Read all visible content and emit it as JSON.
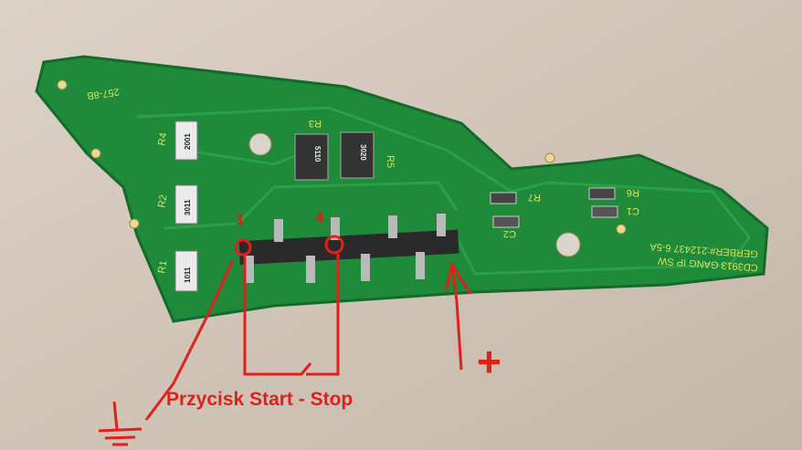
{
  "board": {
    "id_label": "257-8B",
    "code_line1": "CD3913 GANG IP SW",
    "code_line2": "GERBER#:212437 6-5A",
    "ref_labels": {
      "r1": "R1",
      "r2": "R2",
      "r3": "R3",
      "r4": "R4",
      "r5": "R5",
      "r6": "R6",
      "r7": "R7",
      "c1": "C1",
      "c2": "C2"
    },
    "resistor_codes": {
      "r1": "1011",
      "r2": "3011",
      "r3": "5110",
      "r4": "2001",
      "r5": "3020"
    },
    "colors": {
      "pcb": "#1f8a3a",
      "silk": "#d8e25a",
      "annotation": "#e0201a"
    }
  },
  "annotations": {
    "pin1": "1",
    "pin4": "4",
    "caption": "Przycisk Start - Stop",
    "plus": "+"
  }
}
